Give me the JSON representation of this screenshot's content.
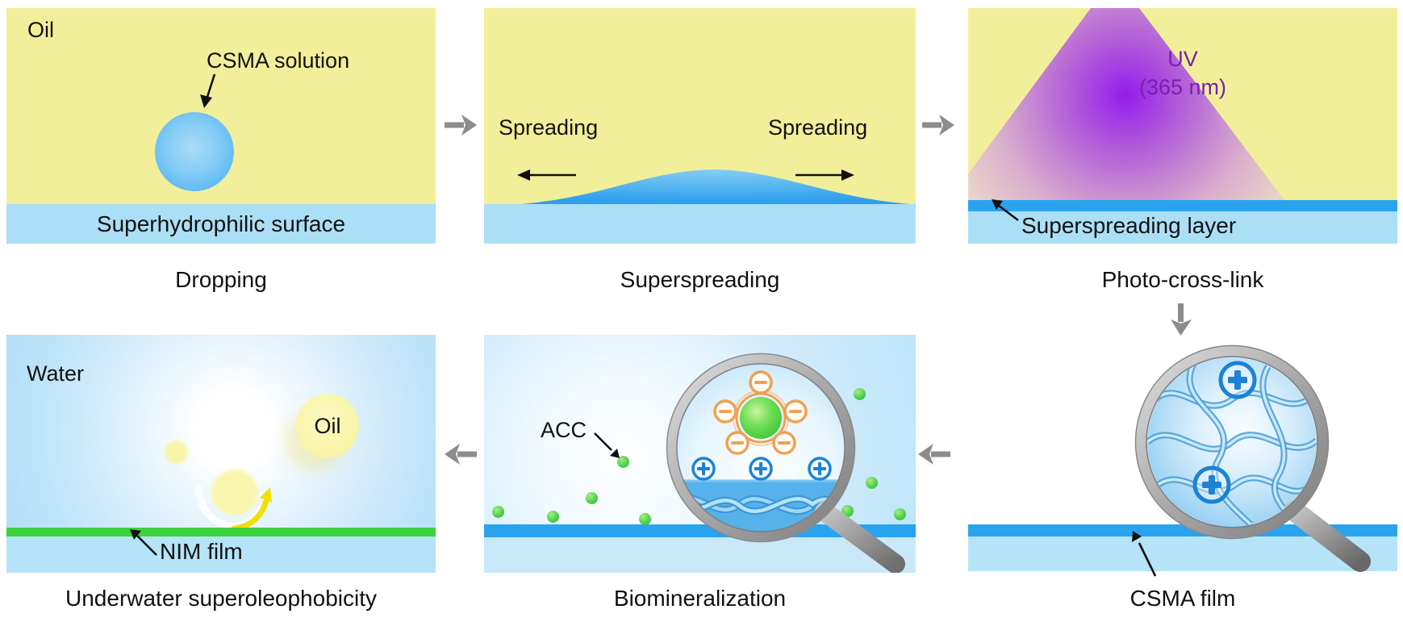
{
  "colors": {
    "oil_yellow": "#f2ef9b",
    "surface_blue": "#abdff6",
    "film_blue": "#2aa3ee",
    "nim_green": "#3ed23e",
    "uv_purple": "#9013f0",
    "uv_text_purple": "#7a1fae",
    "acc_green": "#3fcf3f",
    "charge_orange": "#f0a050",
    "charge_blue": "#1b82d6",
    "connector_gray": "#8c8c8c"
  },
  "top_row": {
    "dropping": {
      "region_label": "Oil",
      "droplet_label": "CSMA solution",
      "surface_label": "Superhydrophilic surface",
      "caption": "Dropping"
    },
    "superspreading": {
      "left_label": "Spreading",
      "right_label": "Spreading",
      "caption": "Superspreading"
    },
    "photo_cross_link": {
      "uv_label": "UV",
      "uv_wavelength": "(365 nm)",
      "layer_label": "Superspreading layer",
      "caption": "Photo-cross-link"
    }
  },
  "bottom_row": {
    "underwater": {
      "region_label": "Water",
      "oil_label": "Oil",
      "film_label": "NIM film",
      "caption": "Underwater superoleophobicity"
    },
    "biomineralization": {
      "particle_label": "ACC",
      "caption": "Biomineralization"
    },
    "csma_film": {
      "caption": "CSMA film"
    }
  }
}
